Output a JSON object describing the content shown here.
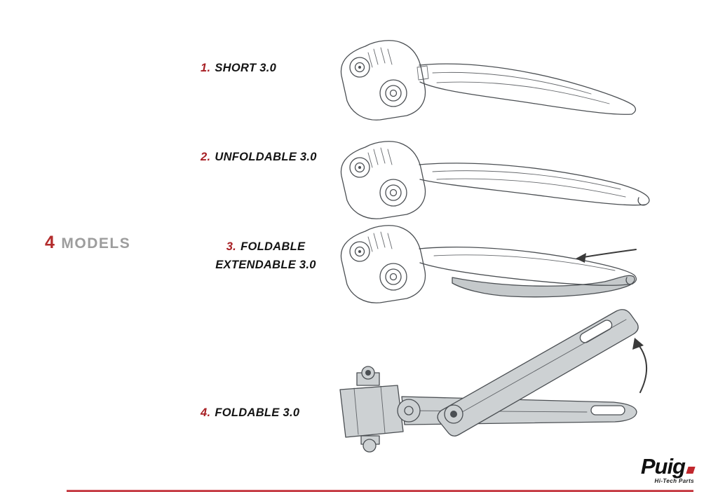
{
  "page": {
    "background": "#ffffff",
    "accent_color": "#b9121b",
    "sketch_stroke_color": "#4b4f53",
    "shaded_part_color": "#cdd1d3"
  },
  "title": {
    "number": "4",
    "label": "MODELS",
    "number_color": "#b32b2b",
    "label_color": "#9d9d9d"
  },
  "models": [
    {
      "number": "1.",
      "name": "SHORT 3.0",
      "illustration": "short-lever-side-view"
    },
    {
      "number": "2.",
      "name": "UNFOLDABLE 3.0",
      "illustration": "unfoldable-lever-side-view"
    },
    {
      "number": "3.",
      "name": "FOLDABLE EXTENDABLE 3.0",
      "illustration": "foldable-extendable-lever-side-view-with-extend-arrow"
    },
    {
      "number": "4.",
      "name": "FOLDABLE 3.0",
      "illustration": "foldable-lever-top-view-folded-with-fold-arrow"
    }
  ],
  "icons": {
    "extend_arrow": "left-direction-arrow",
    "fold_arrow": "curved-up-arrow"
  },
  "logo": {
    "brand": "Puig",
    "tagline": "Hi-Tech Parts"
  }
}
